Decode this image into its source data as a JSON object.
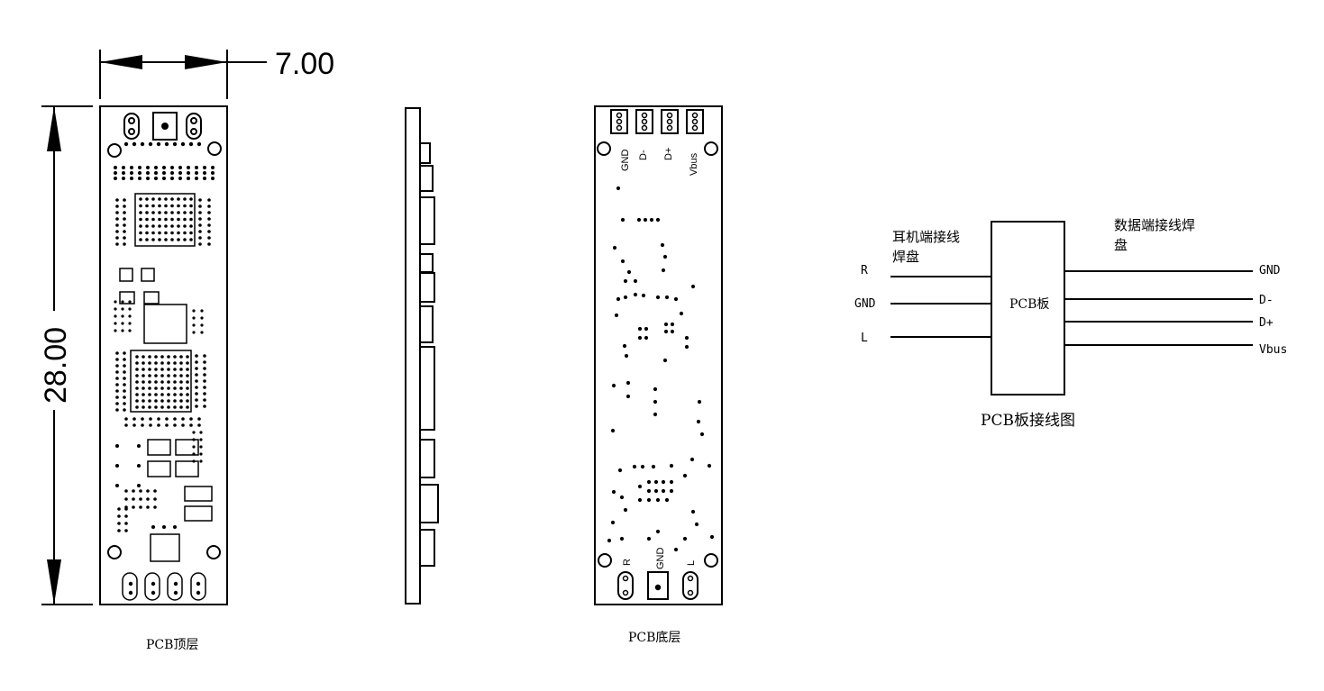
{
  "dimensions": {
    "width": "7.00",
    "height": "28.00"
  },
  "top_view": {
    "caption": "PCB顶层"
  },
  "bottom_view": {
    "caption": "PCB底层",
    "pad_labels_top": [
      "GND",
      "D-",
      "D+",
      "Vbus"
    ],
    "pad_labels_bottom": [
      "R",
      "GND",
      "L"
    ]
  },
  "wiring": {
    "box_label": "PCB板",
    "caption": "PCB板接线图",
    "left_title_line1": "耳机端接线",
    "left_title_line2": "焊盘",
    "right_title_line1": "数据端接线焊",
    "right_title_line2": "盘",
    "left_pins": [
      "R",
      "GND",
      "L"
    ],
    "right_pins": [
      "GND",
      "D-",
      "D+",
      "Vbus"
    ]
  }
}
